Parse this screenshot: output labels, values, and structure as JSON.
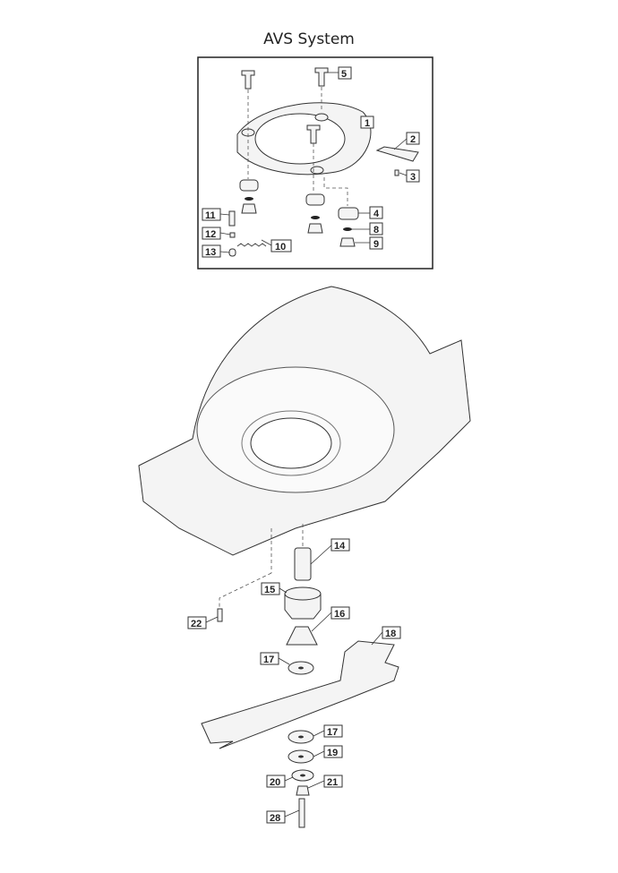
{
  "title": "AVS System",
  "callouts": {
    "c1": "1",
    "c2": "2",
    "c3": "3",
    "c4": "4",
    "c5": "5",
    "c8": "8",
    "c9": "9",
    "c10": "10",
    "c11": "11",
    "c12": "12",
    "c13": "13",
    "c14": "14",
    "c15": "15",
    "c16": "16",
    "c17a": "17",
    "c17b": "17",
    "c18": "18",
    "c19": "19",
    "c20": "20",
    "c21": "21",
    "c22": "22",
    "c28": "28"
  }
}
